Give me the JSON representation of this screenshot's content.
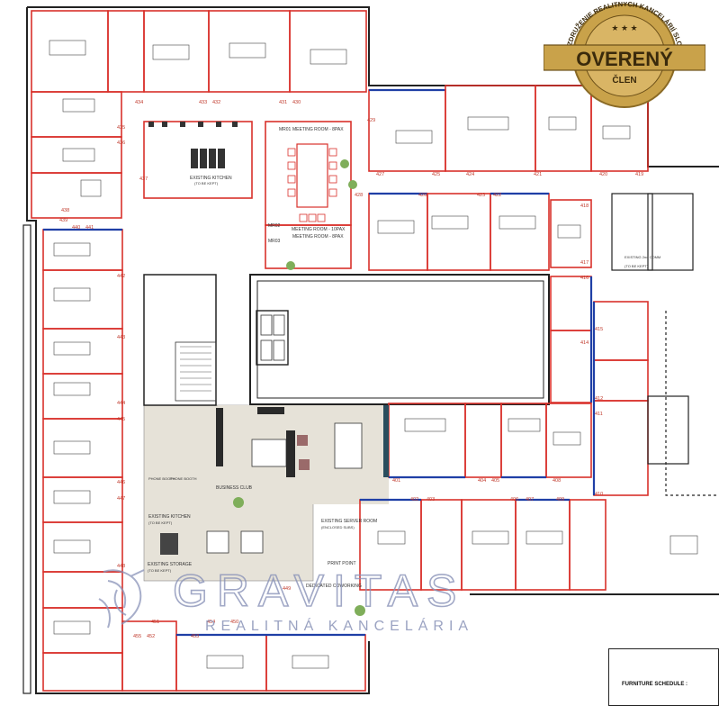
{
  "badge": {
    "ring_text": "ZDRUŽENIE REALITNÝCH KANCELÁRIÍ SLOVENSKA",
    "main": "OVERENÝ",
    "sub": "ČLEN",
    "gold": "#c9a24a",
    "dark": "#3a2a0c"
  },
  "watermark": {
    "brand": "GRAVITAS",
    "tagline": "REALITNÁ KANCELÁRIA",
    "color": "#8a93b8"
  },
  "furniture_schedule": {
    "label": "FURNITURE SCHEDULE :"
  },
  "colors": {
    "red_wall": "#d9312b",
    "blue_wall": "#1f3fa6",
    "club_floor": "#e6e2d8"
  },
  "room_labels": {
    "meeting_8pax_a": "MEETING ROOM - 8PAX",
    "meeting_8pax_b": "MEETING ROOM - 8PAX",
    "meeting_10pax": "MEETING ROOM - 10PAX",
    "mr01": "MR01",
    "mr02": "MR02",
    "mr03": "MR03",
    "existing_kitchen_top": "EXISTING KITCHEN",
    "existing_kitchen_top_note": "(TO BE KEPT)",
    "existing_kitchen_left": "EXISTING KITCHEN",
    "existing_kitchen_left_note": "(TO BE KEPT)",
    "existing_storage": "EXISTING STORAGE",
    "existing_storage_note": "(TO BE KEPT)",
    "business_club": "BUSINESS CLUB",
    "existing_server_room": "EXISTING SERVER ROOM",
    "server_note": "(ENCLOSED SUBS)",
    "print_point": "PRINT POINT",
    "dedicated_coworking": "DEDICATED COWORKING",
    "existing_2nd_comm": "EXISTING 2nd COMM",
    "existing_2nd_comm_note": "(TO BE KEPT)",
    "phone_booth_a": "PHONE BOOTH",
    "phone_booth_b": "PHONE BOOTH"
  },
  "room_numbers": {
    "n434": "434",
    "n433": "433",
    "n432": "432",
    "n431": "431",
    "n430": "430",
    "n435": "435",
    "n436": "436",
    "n437": "437",
    "n438": "438",
    "n439": "439",
    "n440": "440",
    "n441": "441",
    "n442": "442",
    "n443": "443",
    "n444": "444",
    "n445": "445",
    "n446": "446",
    "n447": "447",
    "n448": "448",
    "n429": "429",
    "n427": "427",
    "n425": "425",
    "n424": "424",
    "n421": "421",
    "n420": "420",
    "n419": "419",
    "n428": "428",
    "n426": "426",
    "n423": "423",
    "n422": "422",
    "n418": "418",
    "n417": "417",
    "n416": "416",
    "n415": "415",
    "n414": "414",
    "n412": "412",
    "n411": "411",
    "n410": "410",
    "n401": "401",
    "n404": "404",
    "n405": "405",
    "n408": "408",
    "n402": "402",
    "n403": "403",
    "n406": "406",
    "n407": "407",
    "n409": "409",
    "n449": "449",
    "n450": "450",
    "n451": "451",
    "n452": "452",
    "n453": "453",
    "n454": "454",
    "n455": "455"
  }
}
